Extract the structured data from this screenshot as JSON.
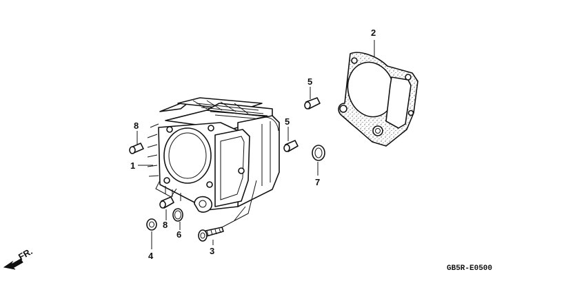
{
  "diagram": {
    "drawing_code": "GB5R-E0500",
    "direction_label": "FR.",
    "callouts": [
      {
        "id": "c1",
        "text": "1"
      },
      {
        "id": "c2",
        "text": "2"
      },
      {
        "id": "c3",
        "text": "3"
      },
      {
        "id": "c4",
        "text": "4"
      },
      {
        "id": "c5a",
        "text": "5"
      },
      {
        "id": "c5b",
        "text": "5"
      },
      {
        "id": "c6",
        "text": "6"
      },
      {
        "id": "c7",
        "text": "7"
      },
      {
        "id": "c8a",
        "text": "8"
      },
      {
        "id": "c8b",
        "text": "8"
      }
    ]
  }
}
